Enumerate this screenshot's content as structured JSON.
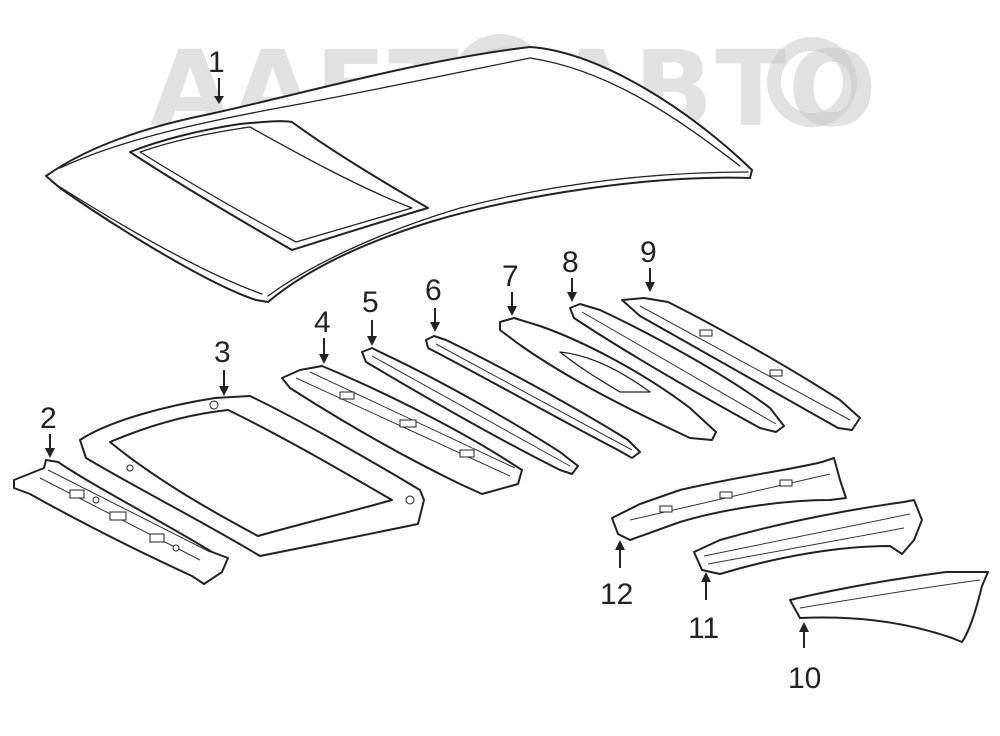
{
  "watermark": {
    "text": "AAEТОАВТО"
  },
  "callouts": {
    "c1": "1",
    "c2": "2",
    "c3": "3",
    "c4": "4",
    "c5": "5",
    "c6": "6",
    "c7": "7",
    "c8": "8",
    "c9": "9",
    "c10": "10",
    "c11": "11",
    "c12": "12"
  }
}
